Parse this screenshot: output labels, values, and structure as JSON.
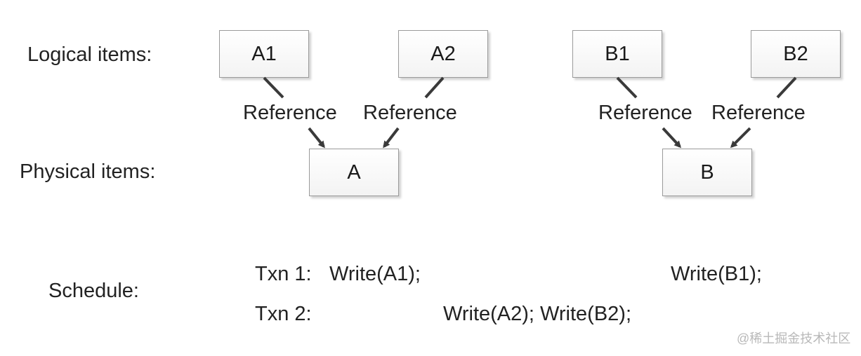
{
  "labels": {
    "logical": "Logical items:",
    "physical": "Physical items:",
    "schedule": "Schedule:"
  },
  "logical_items": [
    "A1",
    "A2",
    "B1",
    "B2"
  ],
  "physical_items": [
    "A",
    "B"
  ],
  "reference_label": "Reference",
  "schedule": {
    "txn1_label": "Txn 1:",
    "txn1_write_a": "Write(A1);",
    "txn1_write_b": "Write(B1);",
    "txn2_label": "Txn 2:",
    "txn2_writes": "Write(A2); Write(B2);"
  },
  "watermark": "@稀土掘金技术社区"
}
